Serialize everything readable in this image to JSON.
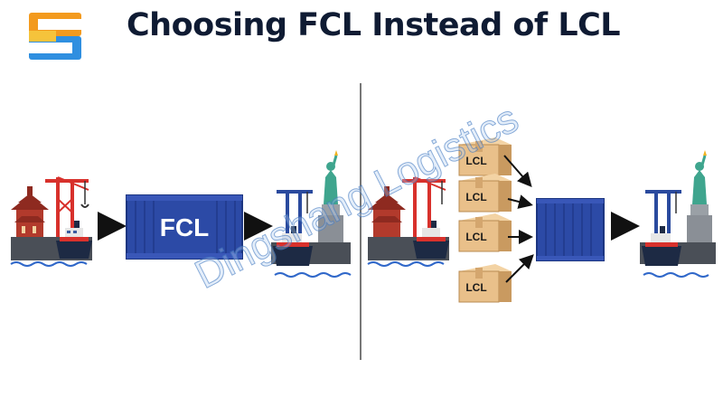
{
  "title": "Choosing FCL Instead of LCL",
  "left_panel": {
    "container_label": "FCL"
  },
  "right_panel": {
    "boxes": [
      {
        "label": "LCL"
      },
      {
        "label": "LCL"
      },
      {
        "label": "LCL"
      },
      {
        "label": "LCL"
      }
    ]
  },
  "watermark": "Dingshang Logistics",
  "colors": {
    "title": "#0f1b33",
    "container": "#2c4aa6",
    "crane": "#d8312c",
    "crane_blue": "#2a4a9e",
    "box": "#e9c08a",
    "water": "#2f67c9",
    "logo_orange": "#f39a1e",
    "logo_blue": "#2f8fe0"
  },
  "icons": [
    "logo-icon",
    "port-crane-icon",
    "ship-icon",
    "pagoda-icon",
    "statue-of-liberty-icon",
    "arrow-icon",
    "shipping-container-icon",
    "cardboard-box-icon"
  ]
}
